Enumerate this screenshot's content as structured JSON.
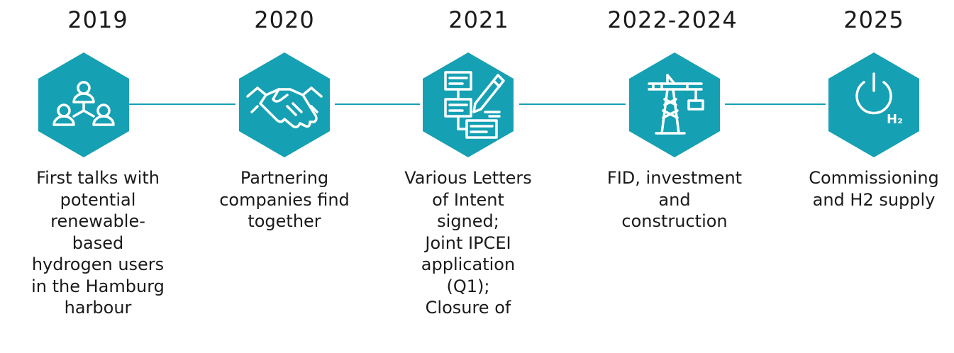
{
  "timeline": {
    "accent_color": "#15a0b3",
    "milestones": [
      {
        "year": "2019",
        "icon": "network-people-icon",
        "description": "First talks with\npotential\nrenewable-\nbased\nhydrogen users\nin the Hamburg\nharbour"
      },
      {
        "year": "2020",
        "icon": "handshake-icon",
        "description": "Partnering\ncompanies find\ntogether"
      },
      {
        "year": "2021",
        "icon": "documents-signing-icon",
        "description": "Various Letters\nof Intent\nsigned;\nJoint IPCEI\napplication\n(Q1);\nClosure of"
      },
      {
        "year": "2022-2024",
        "icon": "construction-crane-icon",
        "description": "FID, investment\nand\nconstruction"
      },
      {
        "year": "2025",
        "icon": "power-h2-icon",
        "description": "Commissioning\nand H2 supply"
      }
    ]
  }
}
